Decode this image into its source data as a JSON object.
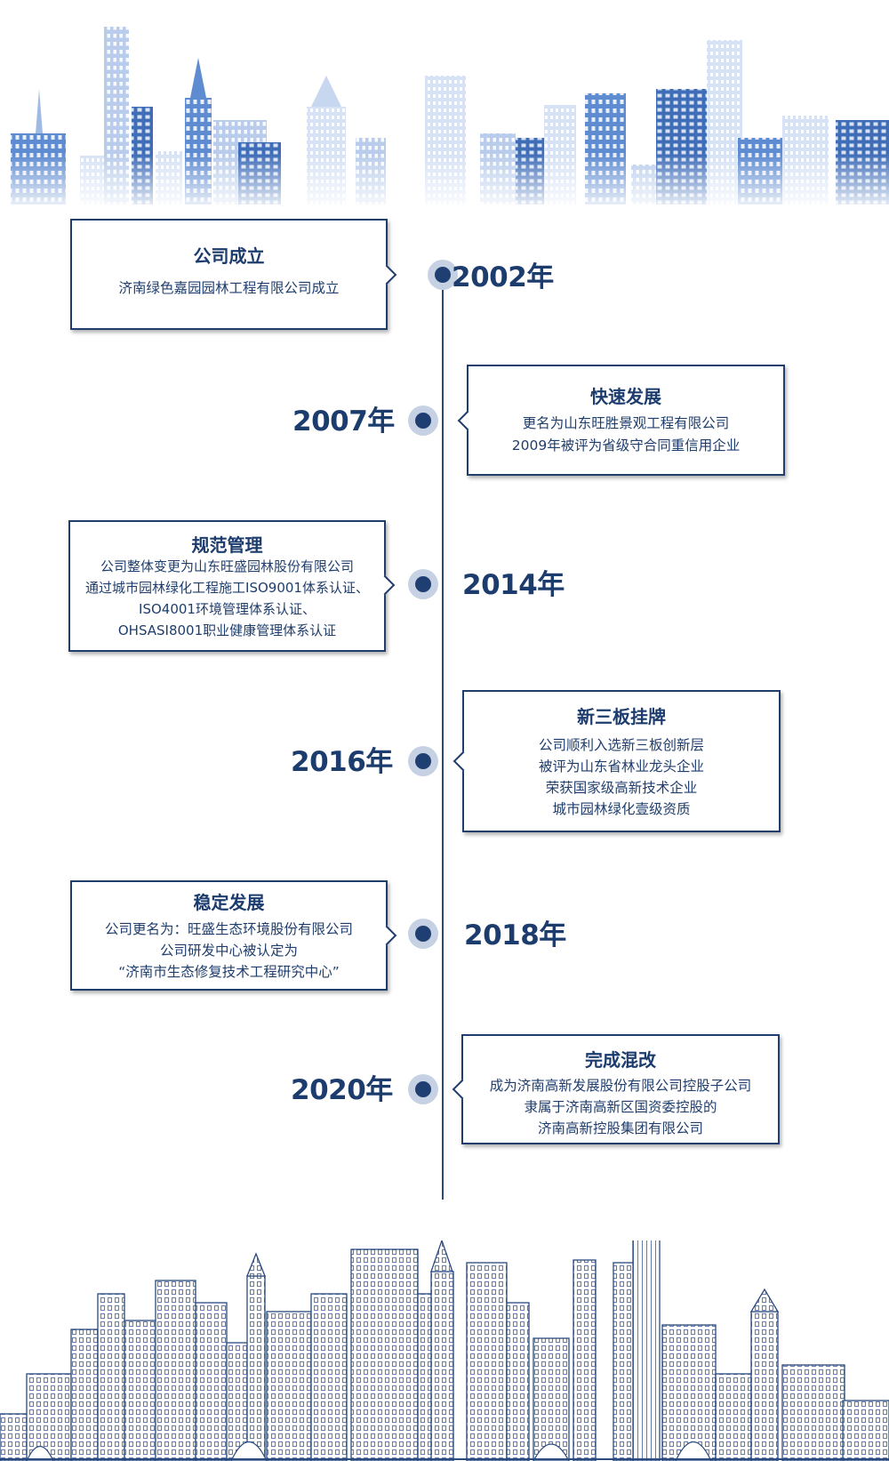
{
  "timeline": [
    {
      "year": "2002年",
      "title": "公司成立",
      "lines": [
        "济南绿色嘉园园林工程有限公司成立"
      ]
    },
    {
      "year": "2007年",
      "title": "快速发展",
      "lines": [
        "更名为山东旺胜景观工程有限公司",
        "2009年被评为省级守合同重信用企业"
      ]
    },
    {
      "year": "2014年",
      "title": "规范管理",
      "lines": [
        "公司整体变更为山东旺盛园林股份有限公司",
        "通过城市园林绿化工程施工ISO9001体系认证、",
        "ISO4001环境管理体系认证、",
        "OHSASI8001职业健康管理体系认证"
      ]
    },
    {
      "year": "2016年",
      "title": "新三板挂牌",
      "lines": [
        "公司顺利入选新三板创新层",
        "被评为山东省林业龙头企业",
        "荣获国家级高新技术企业",
        "城市园林绿化壹级资质"
      ]
    },
    {
      "year": "2018年",
      "title": "稳定发展",
      "lines": [
        "公司更名为：旺盛生态环境股份有限公司",
        "公司研发中心被认定为",
        "“济南市生态修复技术工程研究中心”"
      ]
    },
    {
      "year": "2020年",
      "title": "完成混改",
      "lines": [
        "成为济南高新发展股份有限公司控股子公司",
        "隶属于济南高新区国资委控股的",
        "济南高新控股集团有限公司"
      ]
    }
  ],
  "colors": {
    "navy": "#1f3e6d",
    "node_ring": "#c6d2e3",
    "sky_light": "#dbe6f5",
    "sky_mid": "#8fb0de",
    "sky_dark": "#4a78bf"
  },
  "decor": {
    "top": "city-skyline-blue",
    "bottom": "city-skyline-outline"
  }
}
